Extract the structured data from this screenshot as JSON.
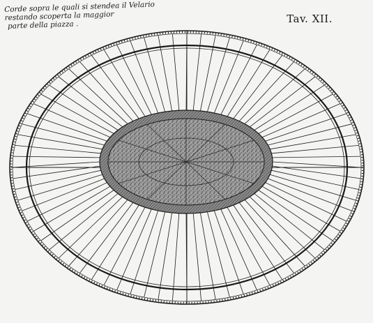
{
  "caption": {
    "line1": "Corde sopra le quali si stendea il Velario",
    "line2": "restando scoperta la maggior",
    "line3": "parte della piazza ."
  },
  "plate_label": "Tav. XII.",
  "colors": {
    "ink": "#1a1a1a",
    "paper": "#f4f4f2",
    "arena": "#6f6f6f"
  }
}
